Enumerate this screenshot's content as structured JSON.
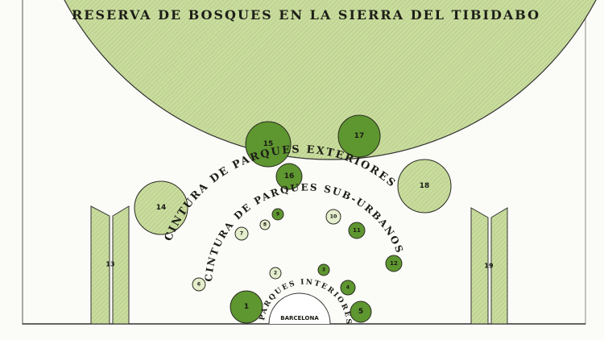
{
  "title": "RESERVA DE BOSQUES EN LA SIERRA DEL TIBIDABO",
  "rings": {
    "outer": "CINTURA DE PARQUES EXTERIORES",
    "middle": "CINTURA DE PARQUES SUB-URBANOS",
    "inner": "PARQUES INTERIORES"
  },
  "city": "BARCELONA",
  "colors": {
    "dark_green": "#5e9630",
    "light_green": "#c3d99a",
    "pale_green": "#e4edcc",
    "line": "#2a2a22"
  },
  "parks": [
    {
      "label": "1",
      "tone": "dark"
    },
    {
      "label": "2",
      "tone": "pale"
    },
    {
      "label": "3",
      "tone": "dark"
    },
    {
      "label": "4",
      "tone": "dark"
    },
    {
      "label": "5",
      "tone": "dark"
    },
    {
      "label": "6",
      "tone": "pale"
    },
    {
      "label": "7",
      "tone": "pale"
    },
    {
      "label": "8",
      "tone": "pale"
    },
    {
      "label": "9",
      "tone": "dark"
    },
    {
      "label": "10",
      "tone": "pale"
    },
    {
      "label": "11",
      "tone": "dark"
    },
    {
      "label": "12",
      "tone": "dark"
    },
    {
      "label": "14",
      "tone": "light"
    },
    {
      "label": "15",
      "tone": "dark"
    },
    {
      "label": "16",
      "tone": "dark"
    },
    {
      "label": "17",
      "tone": "dark"
    },
    {
      "label": "18",
      "tone": "light"
    }
  ],
  "strips": [
    {
      "label": "13"
    },
    {
      "label": "19"
    }
  ]
}
